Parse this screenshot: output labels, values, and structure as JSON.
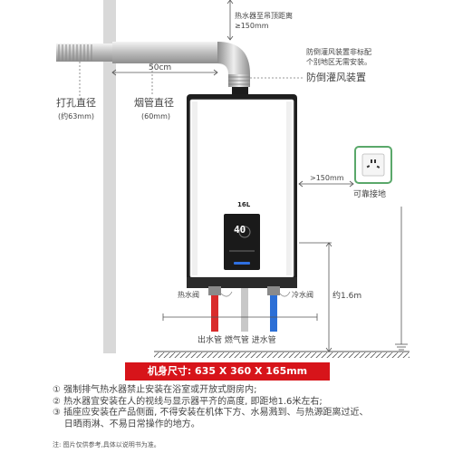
{
  "labels": {
    "ceiling_distance": "热水器至吊顶距离",
    "ceiling_value": "≥150mm",
    "pipe_length": "50cm",
    "drill_diameter": "打孔直径",
    "drill_value": "(约63mm)",
    "flue_diameter": "烟管直径",
    "flue_value": "(60mm)",
    "anti_backdraft_note": "防倒灌风装置非标配\n个别地区无需安装。",
    "anti_backdraft": "防倒灌风装置",
    "socket_distance": ">150mm",
    "grounding": "可靠接地",
    "capacity": "16L",
    "display_temp": "40",
    "hot_valve": "热水阀",
    "cold_valve": "冷水阀",
    "height": "约1.6m",
    "pipes": "出水管 燃气管 进水管"
  },
  "banner": "机身尺寸: 635 X 360 X 165mm",
  "notes": [
    "① 强制排气热水器禁止安装在浴室或开放式厨房内;",
    "② 热水器宜安装在人的视线与显示器平齐的高度, 即距地1.6米左右;",
    "③ 插座应安装在产品侧面, 不得安装在机体下方、水易溅到、与热源距离过近、",
    "    日晒雨淋、不易日常操作的地方。"
  ],
  "footnote": "注: 图片仅供参考,具体以说明书为准。",
  "colors": {
    "brand_red": "#d7141a",
    "hot_pipe": "#d92b2b",
    "cold_pipe": "#2c6fd6",
    "gas_pipe": "#c8c8c8",
    "display": "#1a1a1a",
    "socket_green": "#5aa86a",
    "wall": "#d9d9d9"
  }
}
